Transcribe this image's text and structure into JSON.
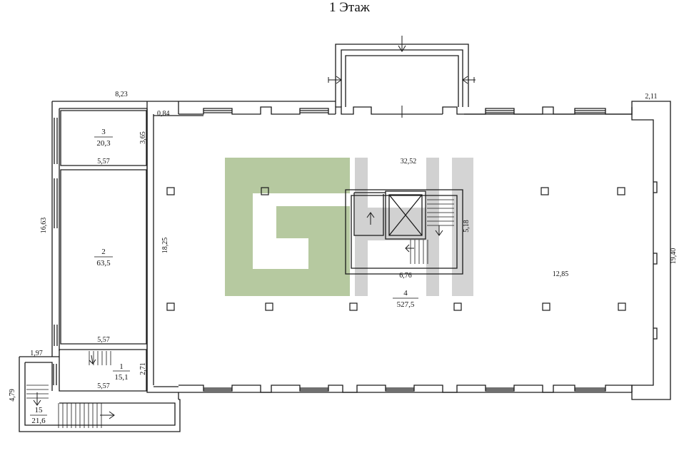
{
  "title": "1 Этаж",
  "colors": {
    "line": "#1a1a1a",
    "watermark_green": "#a9c08f",
    "watermark_gray": "#c8c8c8",
    "background": "#ffffff"
  },
  "watermark": {
    "text": "GH",
    "kind": "logo"
  },
  "dimensions": {
    "top_left": "8,23",
    "top_right": "2,11",
    "room3_height": "3,65",
    "small_left": "0,84",
    "room3_width": "5,57",
    "left_wing": "16,63",
    "hall_height": "18,25",
    "room2_width": "5,57",
    "stair_gap": "1,97",
    "room1_height": "2,71",
    "room1_width": "5,57",
    "annex_height": "4,79",
    "hall_top": "32,52",
    "core_height": "5,18",
    "core_width": "6,76",
    "hall_right": "12,85",
    "right_height": "19,40"
  },
  "rooms": [
    {
      "number": "3",
      "area": "20,3"
    },
    {
      "number": "2",
      "area": "63,5"
    },
    {
      "number": "1",
      "area": "15,1"
    },
    {
      "number": "4",
      "area": "527,5"
    },
    {
      "number": "15",
      "area": "21,6"
    }
  ]
}
